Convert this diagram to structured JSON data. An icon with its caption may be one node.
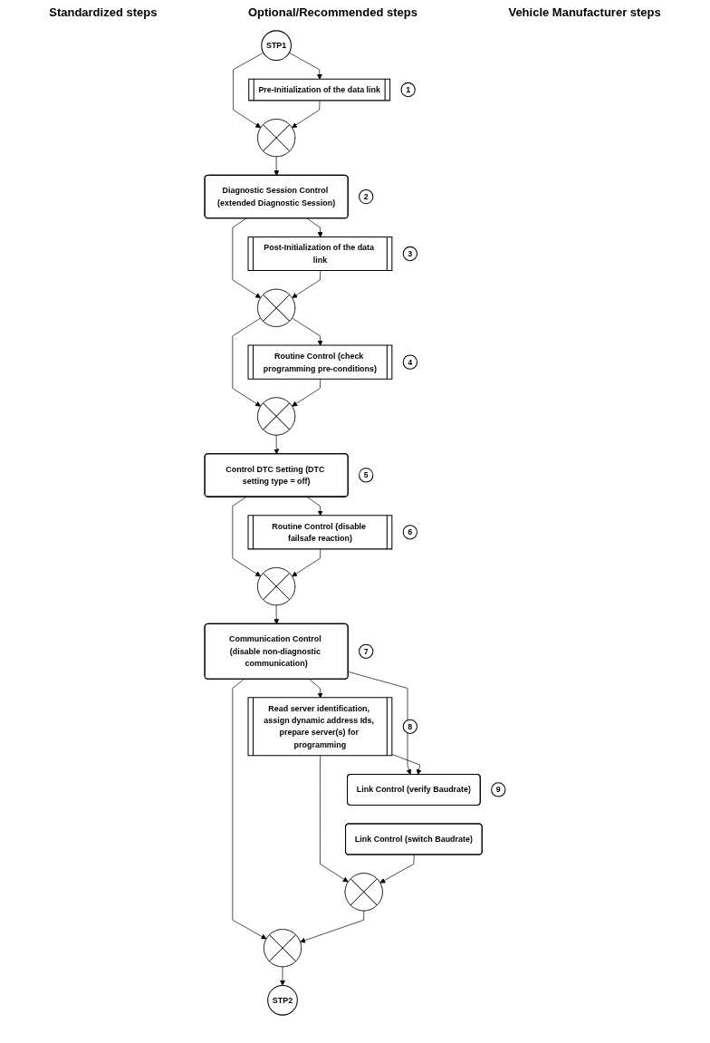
{
  "diagram": {
    "nodes": [
      {
        "text": [
          "STP1"
        ]
      },
      {
        "text": [
          "Pre-Initialization of the data link"
        ],
        "beside": [
          "1"
        ]
      },
      {
        "text": [],
        "shape": "circle"
      },
      {
        "text": [
          "Diagnostic Session Control (extended Diagnostic Session)"
        ],
        "beside": [
          "2"
        ]
      },
      {
        "text": [
          "Post-Initialization of the data link"
        ],
        "beside": [
          "3"
        ]
      },
      {
        "text": [],
        "shape": "circle"
      },
      {
        "text": [
          "Routine Control (check programming pre-conditions)"
        ],
        "beside": [
          "4"
        ]
      },
      {
        "text": [],
        "shape": "circle"
      },
      {
        "text": [
          "Control DTC Setting (DTC setting type = off)"
        ],
        "beside": [
          "5"
        ]
      },
      {
        "text": [
          "Routine Control (disable failsafe reaction)"
        ],
        "beside": [
          "6"
        ]
      },
      {
        "text": [],
        "shape": "circle"
      },
      {
        "text": [
          "Communication Control (disable non-diagnostic communication)"
        ],
        "beside": [
          "7"
        ]
      },
      {
        "text": [
          "Read server identification, assign dynamic address Ids, prepare server(s) for programming"
        ],
        "beside": [
          "8"
        ]
      },
      {
        "text": [
          "Link Control (verify Baudrate)"
        ],
        "beside": [
          "9"
        ]
      },
      {
        "text": [
          "Link Control (switch Baudrate)"
        ]
      },
      {
        "text": [],
        "shape": "circle"
      },
      {
        "text": [],
        "shape": "circle"
      },
      {
        "text": [
          "STP2"
        ]
      }
    ],
    "edges": [
      {
        "from": 0,
        "to": 2,
        "arrow": "to"
      },
      {
        "from": 0,
        "to": 1,
        "arrow": "to"
      },
      {
        "from": 1,
        "to": 2,
        "arrow": "to"
      },
      {
        "from": 2,
        "to": 3,
        "arrow": "to"
      },
      {
        "from": 3,
        "to": 5,
        "arrow": "to"
      },
      {
        "from": 3,
        "to": 4,
        "arrow": "to"
      },
      {
        "from": 4,
        "to": 5,
        "arrow": "to"
      },
      {
        "from": 5,
        "to": 7,
        "arrow": "to"
      },
      {
        "from": 5,
        "to": 6,
        "arrow": "to"
      },
      {
        "from": 6,
        "to": 7,
        "arrow": "to"
      },
      {
        "from": 7,
        "to": 8,
        "arrow": "to"
      },
      {
        "from": 8,
        "to": 10,
        "arrow": "to"
      },
      {
        "from": 8,
        "to": 9,
        "arrow": "to"
      },
      {
        "from": 9,
        "to": 10,
        "arrow": "to"
      },
      {
        "from": 10,
        "to": 11,
        "arrow": "to"
      },
      {
        "from": 11,
        "to": 15,
        "arrow": "to"
      },
      {
        "from": 11,
        "to": 12,
        "arrow": "to"
      },
      {
        "from": 11,
        "to": 13,
        "arrow": "to"
      },
      {
        "from": 12,
        "to": 13,
        "arrow": "to"
      },
      {
        "from": 12,
        "to": 16,
        "arrow": "to"
      },
      {
        "from": 14,
        "to": 16,
        "arrow": "to"
      },
      {
        "from": 16,
        "to": 15,
        "arrow": "to"
      },
      {
        "from": 15,
        "to": 17,
        "arrow": "to"
      }
    ],
    "labels": [
      "Standardized steps",
      "Optional/Recommended steps",
      "Vehicle Manufacturer steps"
    ]
  }
}
